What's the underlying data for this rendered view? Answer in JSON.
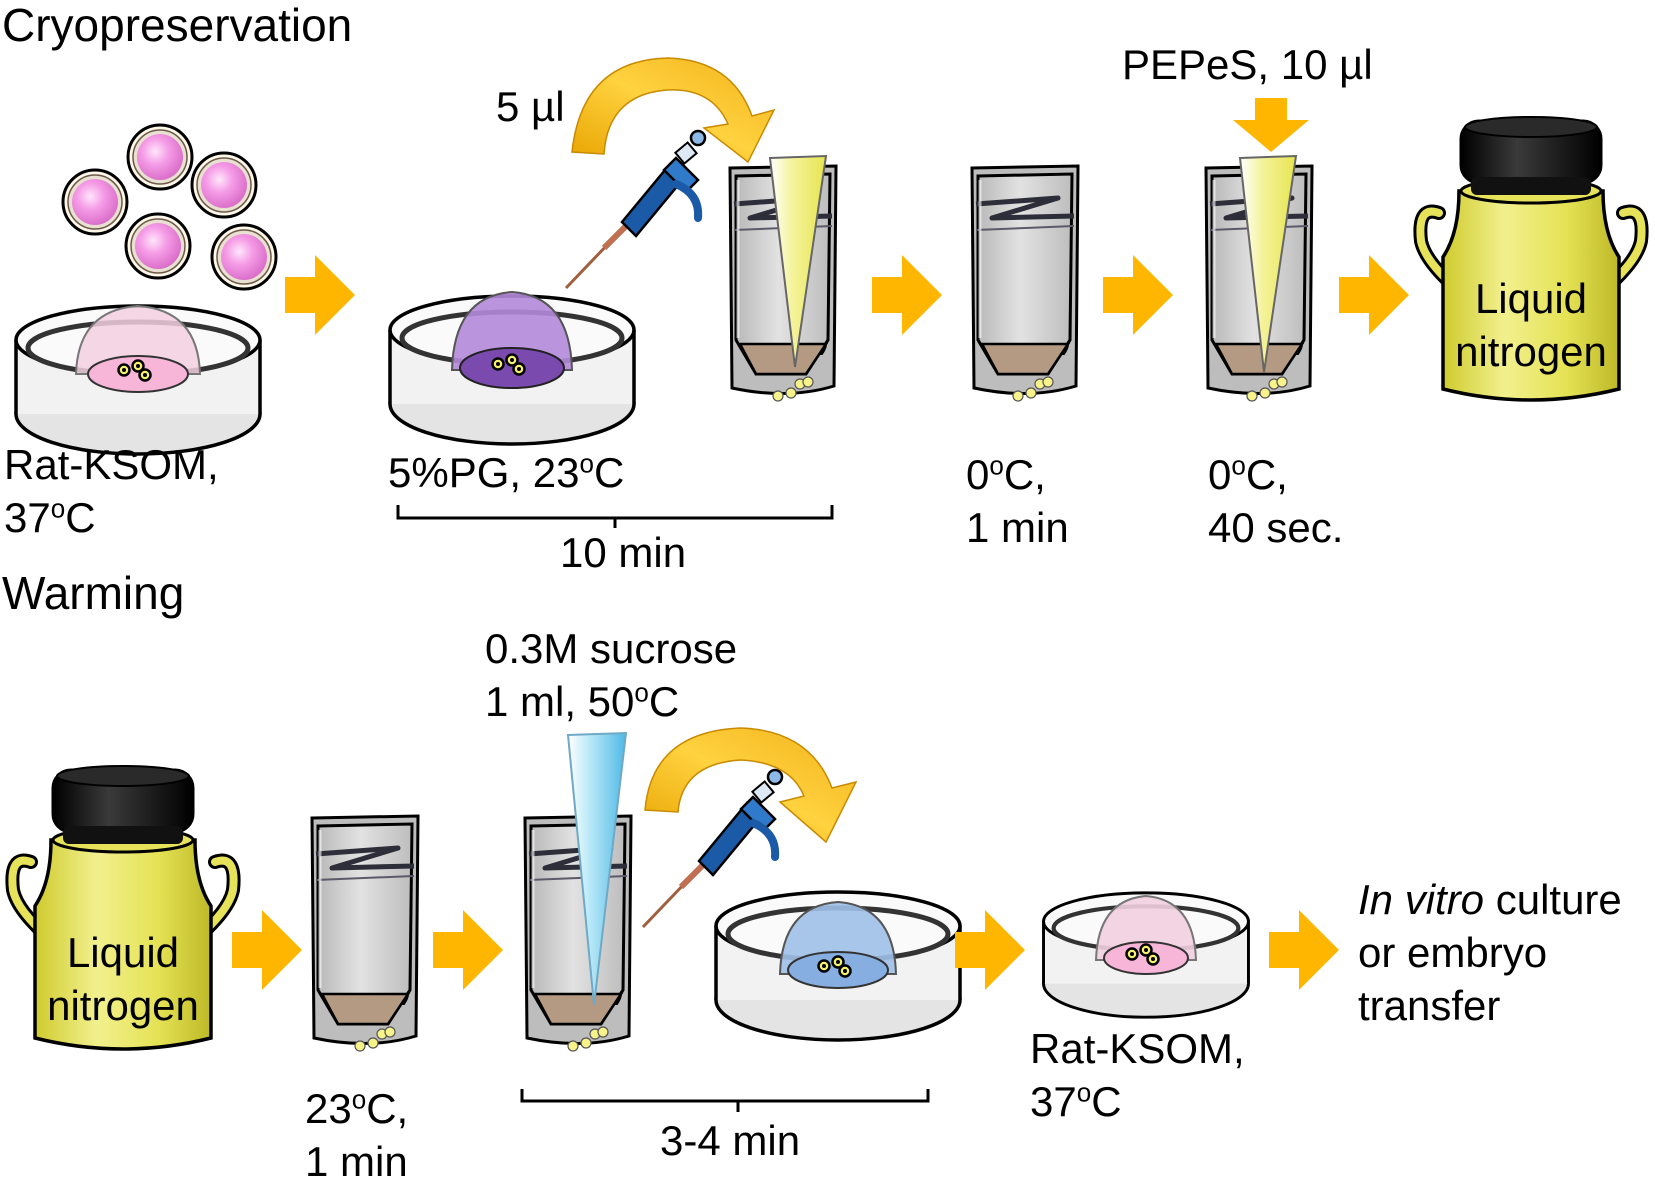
{
  "cryo": {
    "title": "Cryopreservation",
    "pipette_volume": "5 µl",
    "pepes": "PEPeS, 10 µl",
    "dish1": {
      "name": "Rat-KSOM,",
      "temp": "37",
      "unit": "C"
    },
    "dish2": {
      "name": "5%PG, 23",
      "unit": "C"
    },
    "bracket": "10 min",
    "tube2": {
      "temp": "0",
      "unit": "C,",
      "time": "1 min"
    },
    "tube3": {
      "temp": "0",
      "unit": "C,",
      "time": "40 sec."
    },
    "tank": {
      "line1": "Liquid",
      "line2": "nitrogen"
    }
  },
  "warm": {
    "title": "Warming",
    "tank": {
      "line1": "Liquid",
      "line2": "nitrogen"
    },
    "sucrose": {
      "line1": "0.3M sucrose",
      "line2": "1 ml, 50",
      "unit": "C"
    },
    "tube1": {
      "temp": "23",
      "unit": "C,",
      "time": "1 min"
    },
    "bracket": "3-4 min",
    "dish": {
      "name": "Rat-KSOM,",
      "temp": "37",
      "unit": "C"
    },
    "final": {
      "italic": "In vitro",
      "rest1": " culture",
      "line2": "or embryo",
      "line3": "transfer"
    }
  },
  "colors": {
    "arrow": "#FFB600",
    "curved_arrow": "#F2B21A",
    "pepes_arrow": "#FFB600",
    "tank_yellow": "#E6E35A",
    "tank_cap": "#111111",
    "tube_grey": "#CFCFCF",
    "medium_brown": "#B49A83",
    "embryo_pink": "#F4A5E6",
    "pg_purple": "#9466C2",
    "sucrose_blue": "#8FB6E3",
    "ksom_pink": "#F2CFDF",
    "pipette_blue": "#1B5AA6",
    "tip_yellow": "#F1F07A",
    "tip_cyan": "#7FD2F0"
  },
  "icons": [
    "embryo-icon",
    "petri-dish-icon",
    "micropipette-icon",
    "tube-icon",
    "pipette-tip-icon",
    "liquid-nitrogen-tank-icon",
    "arrow-icon",
    "curved-arrow-icon"
  ]
}
